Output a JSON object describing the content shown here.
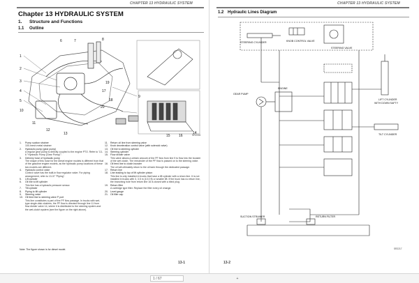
{
  "left_page": {
    "running_header": "CHAPTER 13 HYDRAULIC SYSTEM",
    "chapter_title": "Chapter 13 HYDRAULIC SYSTEM",
    "section_num": "1.",
    "section_title": "Structure and Functions",
    "subsection_num": "1.1",
    "subsection_title": "Outline",
    "figure_code": "SR2216",
    "callouts": [
      "1",
      "2",
      "3",
      "4",
      "5",
      "6",
      "7",
      "8",
      "9",
      "10",
      "11",
      "12",
      "13",
      "14",
      "15",
      "16",
      "17",
      "18",
      "19",
      "20"
    ],
    "legend_col1": [
      {
        "n": "1.",
        "t": "Pump suction strainer",
        "d": "100-mesh metal strainer"
      },
      {
        "n": "2.",
        "t": "Hydraulic pump (gear pump)",
        "d": "A regular gear pump is directly coupled to the engine PTO. Refer to '13-6 \"Hydraulic Pump (Gear Pump)\"'."
      },
      {
        "n": "3.",
        "t": "Delivery hose of hydraulic pump",
        "d": "The shape of this hose for the diesel engine models is different from that of the gasoline engine models, as the hydraulic pump locations of these two models are different."
      },
      {
        "n": "4.",
        "t": "Hydraulic control valve",
        "d": "Control valve has the built-in flow regulator valve. For piping arrangement, refer to 13-37 \"Piping\"."
      },
      {
        "n": "5.",
        "t": "Lift cylinder",
        "d": ""
      },
      {
        "n": "6.",
        "t": "Oil line to lift cylinder",
        "d": "This line has a hydraulic pressure sensor."
      },
      {
        "n": "7.",
        "t": "Tilt cylinder",
        "d": ""
      },
      {
        "n": "8.",
        "t": "Piping to tilt cylinder",
        "d": ""
      },
      {
        "n": "9.",
        "t": "Steering valve",
        "d": ""
      },
      {
        "n": "10.",
        "t": "Oil feed line to steering valve P port",
        "d": "This line constitutes a part of the PF flow passage. In trucks with wet-type single-disk clutches, the PF flow is directed through line 11 from flow divider valve 14, where it is distributed to the steering system and the wet-clutch system (see the figure on the right above)."
      }
    ],
    "legend_col2": [
      {
        "n": "11.",
        "t": "Return oil line from steering valve",
        "d": ""
      },
      {
        "n": "12.",
        "t": "Knob deceleration control valve (with solenoid valve)",
        "d": ""
      },
      {
        "n": "13.",
        "t": "Oil line to steering cylinder",
        "d": ""
      },
      {
        "n": "14.",
        "t": "Steering cylinder",
        "d": ""
      },
      {
        "n": "15.",
        "t": "Flow divider valve",
        "d": "This valve allows a certain amount of the PF flow from line 9 to flow into the booster of the wet clutch. The remainder of the PF flow is passed on to the steering valve."
      },
      {
        "n": "16.",
        "t": "Oil feed line to clutch booster",
        "d": "The oil will ultimately return to the oil tank through the dedicated passage."
      },
      {
        "n": "17.",
        "t": "Return line",
        "d": ""
      },
      {
        "n": "18.",
        "t": "Line leading to top of lift cylinder piston",
        "d": "This line is only installed in trucks that have a lift cylinder with a return line. It is not installed in trucks with 3, 3.5 m (10.0 ft) or smaller lift. If the truck has no return line, the branching hole from return line 16 is closed with a blind plug."
      },
      {
        "n": "19.",
        "t": "Return filter",
        "d": "A cartridge type filter. Replace the filter every oil change."
      },
      {
        "n": "20.",
        "t": "Level gauge",
        "d": ""
      },
      {
        "n": "21.",
        "t": "Oil filler cap",
        "d": ""
      }
    ],
    "note": "Note: The figure shown is for diesel model.",
    "page_number": "13-1"
  },
  "right_page": {
    "running_header": "CHAPTER 13 HYDRAULIC SYSTEM",
    "subsection_num": "1.2",
    "subsection_title": "Hydraulic Lines Diagram",
    "labels": {
      "steering_cylinder": "STEERING CYLINDER",
      "knob_control_valve": "KNOB CONTROL VALVE",
      "steering_valve": "STEERING VALVE",
      "gear_pump": "GEAR PUMP",
      "engine": "ENGINE",
      "lift_cylinder": "LIFT CYLINDER",
      "with_down_safety": "WITH DOWN SAFTY",
      "tilt_cylinder": "TILT CYLINDER",
      "suction_strainer": "SUCTION STRAINER",
      "return_filter": "RETURN FILTER"
    },
    "figure_code": "SR2217",
    "page_number": "13-2"
  },
  "viewer": {
    "page_indicator": "1 / 67",
    "zoom_glyph": "+"
  }
}
